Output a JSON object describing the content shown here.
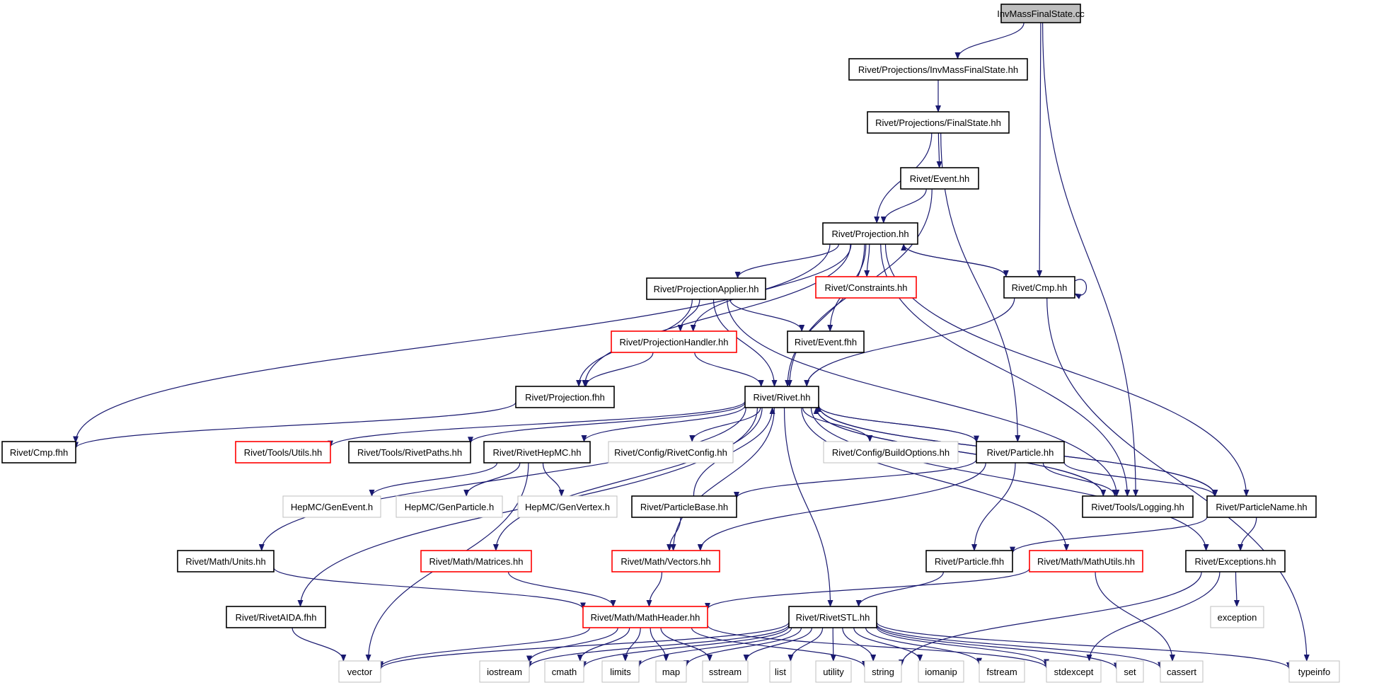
{
  "diagram": {
    "colors": {
      "edge": "#191970",
      "node_border_normal": "#000000",
      "node_border_truncated": "#ff0000",
      "node_border_external": "#bfbfbf",
      "node_fill_root": "#bfbfbf",
      "node_fill": "#ffffff",
      "node_text": "#000000"
    },
    "nodes": [
      {
        "id": "root",
        "label": "InvMassFinalState.cc",
        "kind": "root"
      },
      {
        "id": "imfs_hh",
        "label": "Rivet/Projections/InvMassFinalState.hh",
        "kind": "normal"
      },
      {
        "id": "fs_hh",
        "label": "Rivet/Projections/FinalState.hh",
        "kind": "normal"
      },
      {
        "id": "event_hh",
        "label": "Rivet/Event.hh",
        "kind": "normal"
      },
      {
        "id": "proj_hh",
        "label": "Rivet/Projection.hh",
        "kind": "normal"
      },
      {
        "id": "projapp_hh",
        "label": "Rivet/ProjectionApplier.hh",
        "kind": "normal"
      },
      {
        "id": "constraints_hh",
        "label": "Rivet/Constraints.hh",
        "kind": "truncated"
      },
      {
        "id": "cmp_hh",
        "label": "Rivet/Cmp.hh",
        "kind": "normal"
      },
      {
        "id": "projhandler_hh",
        "label": "Rivet/ProjectionHandler.hh",
        "kind": "truncated"
      },
      {
        "id": "event_fhh",
        "label": "Rivet/Event.fhh",
        "kind": "normal"
      },
      {
        "id": "proj_fhh",
        "label": "Rivet/Projection.fhh",
        "kind": "normal"
      },
      {
        "id": "rivet_hh",
        "label": "Rivet/Rivet.hh",
        "kind": "normal"
      },
      {
        "id": "cmp_fhh",
        "label": "Rivet/Cmp.fhh",
        "kind": "normal"
      },
      {
        "id": "utils_hh",
        "label": "Rivet/Tools/Utils.hh",
        "kind": "truncated"
      },
      {
        "id": "rivetpaths_hh",
        "label": "Rivet/Tools/RivetPaths.hh",
        "kind": "normal"
      },
      {
        "id": "rivethepmc_hh",
        "label": "Rivet/RivetHepMC.hh",
        "kind": "normal"
      },
      {
        "id": "rivetconfig_hh",
        "label": "Rivet/Config/RivetConfig.hh",
        "kind": "external"
      },
      {
        "id": "buildopts_hh",
        "label": "Rivet/Config/BuildOptions.hh",
        "kind": "external"
      },
      {
        "id": "particle_hh",
        "label": "Rivet/Particle.hh",
        "kind": "normal"
      },
      {
        "id": "genevent_h",
        "label": "HepMC/GenEvent.h",
        "kind": "external"
      },
      {
        "id": "genparticle_h",
        "label": "HepMC/GenParticle.h",
        "kind": "external"
      },
      {
        "id": "genvertex_h",
        "label": "HepMC/GenVertex.h",
        "kind": "external"
      },
      {
        "id": "particlebase_hh",
        "label": "Rivet/ParticleBase.hh",
        "kind": "normal"
      },
      {
        "id": "logging_hh",
        "label": "Rivet/Tools/Logging.hh",
        "kind": "normal"
      },
      {
        "id": "particlename_hh",
        "label": "Rivet/ParticleName.hh",
        "kind": "normal"
      },
      {
        "id": "units_hh",
        "label": "Rivet/Math/Units.hh",
        "kind": "normal"
      },
      {
        "id": "matrices_hh",
        "label": "Rivet/Math/Matrices.hh",
        "kind": "truncated"
      },
      {
        "id": "vectors_hh",
        "label": "Rivet/Math/Vectors.hh",
        "kind": "truncated"
      },
      {
        "id": "particle_fhh",
        "label": "Rivet/Particle.fhh",
        "kind": "normal"
      },
      {
        "id": "mathutils_hh",
        "label": "Rivet/Math/MathUtils.hh",
        "kind": "truncated"
      },
      {
        "id": "exceptions_hh",
        "label": "Rivet/Exceptions.hh",
        "kind": "normal"
      },
      {
        "id": "rivetaida_fhh",
        "label": "Rivet/RivetAIDA.fhh",
        "kind": "normal"
      },
      {
        "id": "mathheader_hh",
        "label": "Rivet/Math/MathHeader.hh",
        "kind": "truncated"
      },
      {
        "id": "rivetstl_hh",
        "label": "Rivet/RivetSTL.hh",
        "kind": "normal"
      },
      {
        "id": "exception",
        "label": "exception",
        "kind": "external"
      },
      {
        "id": "vector",
        "label": "vector",
        "kind": "external"
      },
      {
        "id": "iostream",
        "label": "iostream",
        "kind": "external"
      },
      {
        "id": "cmath",
        "label": "cmath",
        "kind": "external"
      },
      {
        "id": "limits",
        "label": "limits",
        "kind": "external"
      },
      {
        "id": "map",
        "label": "map",
        "kind": "external"
      },
      {
        "id": "sstream",
        "label": "sstream",
        "kind": "external"
      },
      {
        "id": "list",
        "label": "list",
        "kind": "external"
      },
      {
        "id": "utility",
        "label": "utility",
        "kind": "external"
      },
      {
        "id": "string",
        "label": "string",
        "kind": "external"
      },
      {
        "id": "iomanip",
        "label": "iomanip",
        "kind": "external"
      },
      {
        "id": "fstream",
        "label": "fstream",
        "kind": "external"
      },
      {
        "id": "stdexcept",
        "label": "stdexcept",
        "kind": "external"
      },
      {
        "id": "set",
        "label": "set",
        "kind": "external"
      },
      {
        "id": "cassert",
        "label": "cassert",
        "kind": "external"
      },
      {
        "id": "typeinfo",
        "label": "typeinfo",
        "kind": "external"
      }
    ],
    "edges": [
      [
        "root",
        "imfs_hh"
      ],
      [
        "root",
        "cmp_hh"
      ],
      [
        "root",
        "logging_hh"
      ],
      [
        "imfs_hh",
        "fs_hh"
      ],
      [
        "fs_hh",
        "event_hh"
      ],
      [
        "fs_hh",
        "proj_hh"
      ],
      [
        "fs_hh",
        "particle_hh"
      ],
      [
        "event_hh",
        "proj_hh"
      ],
      [
        "event_hh",
        "rivet_hh"
      ],
      [
        "proj_hh",
        "projapp_hh"
      ],
      [
        "proj_hh",
        "constraints_hh"
      ],
      [
        "proj_hh",
        "cmp_hh"
      ],
      [
        "proj_hh",
        "projhandler_hh"
      ],
      [
        "proj_hh",
        "event_fhh"
      ],
      [
        "proj_hh",
        "proj_fhh"
      ],
      [
        "proj_hh",
        "rivet_hh"
      ],
      [
        "proj_hh",
        "cmp_fhh"
      ],
      [
        "proj_hh",
        "logging_hh"
      ],
      [
        "proj_hh",
        "particlename_hh"
      ],
      [
        "projapp_hh",
        "projhandler_hh"
      ],
      [
        "projapp_hh",
        "event_fhh"
      ],
      [
        "projapp_hh",
        "proj_fhh"
      ],
      [
        "projapp_hh",
        "rivet_hh"
      ],
      [
        "projapp_hh",
        "logging_hh"
      ],
      [
        "cmp_hh",
        "proj_hh"
      ],
      [
        "cmp_hh",
        "cmp_hh"
      ],
      [
        "cmp_hh",
        "rivet_hh"
      ],
      [
        "cmp_hh",
        "typeinfo"
      ],
      [
        "projhandler_hh",
        "proj_fhh"
      ],
      [
        "projhandler_hh",
        "rivet_hh"
      ],
      [
        "proj_fhh",
        "cmp_fhh"
      ],
      [
        "rivet_hh",
        "utils_hh"
      ],
      [
        "rivet_hh",
        "rivetpaths_hh"
      ],
      [
        "rivet_hh",
        "rivethepmc_hh"
      ],
      [
        "rivet_hh",
        "rivetconfig_hh"
      ],
      [
        "rivet_hh",
        "buildopts_hh"
      ],
      [
        "rivet_hh",
        "particle_hh"
      ],
      [
        "rivet_hh",
        "logging_hh"
      ],
      [
        "rivet_hh",
        "particlename_hh"
      ],
      [
        "rivet_hh",
        "units_hh"
      ],
      [
        "rivet_hh",
        "matrices_hh"
      ],
      [
        "rivet_hh",
        "vectors_hh"
      ],
      [
        "rivet_hh",
        "mathutils_hh"
      ],
      [
        "rivet_hh",
        "exceptions_hh"
      ],
      [
        "rivet_hh",
        "rivetaida_fhh"
      ],
      [
        "rivet_hh",
        "rivetstl_hh"
      ],
      [
        "rivethepmc_hh",
        "genevent_h"
      ],
      [
        "rivethepmc_hh",
        "genparticle_h"
      ],
      [
        "rivethepmc_hh",
        "genvertex_h"
      ],
      [
        "rivethepmc_hh",
        "vector"
      ],
      [
        "particle_hh",
        "rivet_hh"
      ],
      [
        "particle_hh",
        "particlebase_hh"
      ],
      [
        "particle_hh",
        "logging_hh"
      ],
      [
        "particle_hh",
        "particlename_hh"
      ],
      [
        "particle_hh",
        "particle_fhh"
      ],
      [
        "particle_hh",
        "vectors_hh"
      ],
      [
        "particlebase_hh",
        "rivet_hh"
      ],
      [
        "particlebase_hh",
        "vectors_hh"
      ],
      [
        "logging_hh",
        "rivet_hh"
      ],
      [
        "particlename_hh",
        "rivet_hh"
      ],
      [
        "particlename_hh",
        "particle_fhh"
      ],
      [
        "particlename_hh",
        "exceptions_hh"
      ],
      [
        "units_hh",
        "mathheader_hh"
      ],
      [
        "matrices_hh",
        "mathheader_hh"
      ],
      [
        "vectors_hh",
        "mathheader_hh"
      ],
      [
        "mathutils_hh",
        "mathheader_hh"
      ],
      [
        "mathutils_hh",
        "cassert"
      ],
      [
        "particle_fhh",
        "rivetstl_hh"
      ],
      [
        "exceptions_hh",
        "exception"
      ],
      [
        "exceptions_hh",
        "string"
      ],
      [
        "exceptions_hh",
        "stdexcept"
      ],
      [
        "rivetaida_fhh",
        "vector"
      ],
      [
        "mathheader_hh",
        "vector"
      ],
      [
        "mathheader_hh",
        "iostream"
      ],
      [
        "mathheader_hh",
        "cmath"
      ],
      [
        "mathheader_hh",
        "limits"
      ],
      [
        "mathheader_hh",
        "map"
      ],
      [
        "mathheader_hh",
        "sstream"
      ],
      [
        "mathheader_hh",
        "string"
      ],
      [
        "mathheader_hh",
        "stdexcept"
      ],
      [
        "rivetstl_hh",
        "vector"
      ],
      [
        "rivetstl_hh",
        "iostream"
      ],
      [
        "rivetstl_hh",
        "cmath"
      ],
      [
        "rivetstl_hh",
        "limits"
      ],
      [
        "rivetstl_hh",
        "map"
      ],
      [
        "rivetstl_hh",
        "sstream"
      ],
      [
        "rivetstl_hh",
        "list"
      ],
      [
        "rivetstl_hh",
        "utility"
      ],
      [
        "rivetstl_hh",
        "string"
      ],
      [
        "rivetstl_hh",
        "iomanip"
      ],
      [
        "rivetstl_hh",
        "fstream"
      ],
      [
        "rivetstl_hh",
        "stdexcept"
      ],
      [
        "rivetstl_hh",
        "set"
      ],
      [
        "rivetstl_hh",
        "cassert"
      ],
      [
        "rivetstl_hh",
        "typeinfo"
      ]
    ]
  }
}
